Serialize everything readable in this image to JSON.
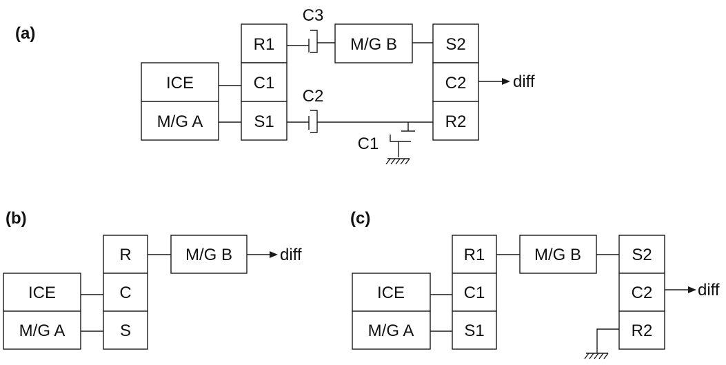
{
  "panel_a": {
    "label": "(a)",
    "ice": "ICE",
    "mga": "M/G A",
    "r1": "R1",
    "c1": "C1",
    "s1": "S1",
    "mgb": "M/G B",
    "s2": "S2",
    "c2": "C2",
    "r2": "R2",
    "clutch_c3": "C3",
    "clutch_c2": "C2",
    "brake_c1": "C1",
    "output": "diff"
  },
  "panel_b": {
    "label": "(b)",
    "ice": "ICE",
    "mga": "M/G A",
    "r": "R",
    "c": "C",
    "s": "S",
    "mgb": "M/G B",
    "output": "diff"
  },
  "panel_c": {
    "label": "(c)",
    "ice": "ICE",
    "mga": "M/G A",
    "r1": "R1",
    "c1": "C1",
    "s1": "S1",
    "mgb": "M/G B",
    "s2": "S2",
    "c2": "C2",
    "r2": "R2",
    "output": "diff"
  }
}
